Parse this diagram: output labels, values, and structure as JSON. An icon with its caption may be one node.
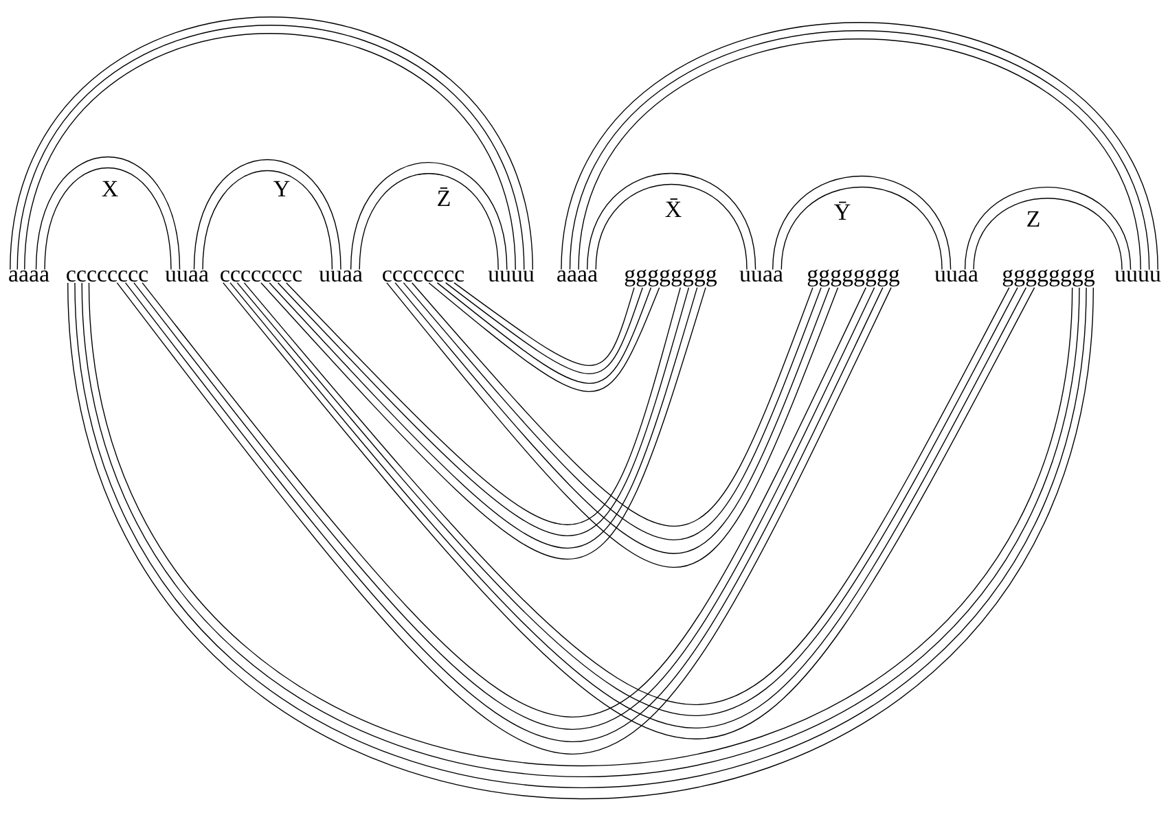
{
  "diagram": {
    "nodes": [
      {
        "text": [
          "aaaa"
        ]
      },
      {
        "text": [
          "cccccccc"
        ]
      },
      {
        "text": [
          "uuaa"
        ]
      },
      {
        "text": [
          "cccccccc"
        ]
      },
      {
        "text": [
          "uuaa"
        ]
      },
      {
        "text": [
          "cccccccc"
        ]
      },
      {
        "text": [
          "uuuu"
        ]
      },
      {
        "text": [
          "aaaa"
        ]
      },
      {
        "text": [
          "gggggggg"
        ]
      },
      {
        "text": [
          "uuaa"
        ]
      },
      {
        "text": [
          "gggggggg"
        ]
      },
      {
        "text": [
          "uuaa"
        ]
      },
      {
        "text": [
          "gggggggg"
        ]
      },
      {
        "text": [
          "uuuu"
        ]
      }
    ],
    "edges": [
      {
        "from": 0,
        "to": 6,
        "arrow": "none"
      },
      {
        "from": 0,
        "to": 2,
        "arrow": "none"
      },
      {
        "from": 2,
        "to": 4,
        "arrow": "none"
      },
      {
        "from": 4,
        "to": 6,
        "arrow": "none"
      },
      {
        "from": 7,
        "to": 13,
        "arrow": "none"
      },
      {
        "from": 7,
        "to": 9,
        "arrow": "none"
      },
      {
        "from": 9,
        "to": 11,
        "arrow": "none"
      },
      {
        "from": 11,
        "to": 13,
        "arrow": "none"
      },
      {
        "from": 1,
        "to": 12,
        "arrow": "none"
      },
      {
        "from": 1,
        "to": 10,
        "arrow": "none"
      },
      {
        "from": 3,
        "to": 12,
        "arrow": "none"
      },
      {
        "from": 3,
        "to": 8,
        "arrow": "none"
      },
      {
        "from": 5,
        "to": 10,
        "arrow": "none"
      },
      {
        "from": 5,
        "to": 8,
        "arrow": "none"
      }
    ],
    "labels": [
      "X",
      "Y",
      "Z̄",
      "X̄",
      "Ȳ",
      "Z"
    ]
  }
}
